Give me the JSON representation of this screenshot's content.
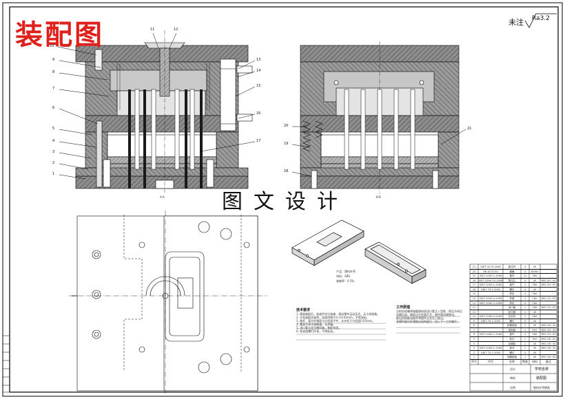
{
  "sheet": {
    "title": "装配图",
    "watermark": "图文设计",
    "surface_note": "未注",
    "roughness": "Ra3.2"
  },
  "callouts": [
    "1",
    "2",
    "3",
    "4",
    "5",
    "6",
    "7",
    "8",
    "9",
    "10",
    "11",
    "12",
    "13",
    "14",
    "15",
    "16",
    "17",
    "18",
    "19",
    "20",
    "21"
  ],
  "product": {
    "name": "产品：塑料外壳",
    "material": "材料：ABS",
    "shrink": "收缩率：0.5%"
  },
  "notes": {
    "tech_title": "技术要求",
    "tech_lines": [
      "1. 模具装配后，各部件定位准确，滑动零件运动灵活，无卡滞现象。",
      "2. 分型面配合紧密，局部间隙不大于0.02mm，不得溢料。",
      "3. 推杆、复位杆端面与分型面平齐，允许低于分型面0.05mm。",
      "4. 模具冷却水道畅通，无渗漏。",
      "5. 浇口套与定位圈同轴，装配牢固。",
      "6. 各紧固螺钉拧紧，不得松动。"
    ],
    "work_title": "工作原理",
    "work_lines": [
      "注射机喷嘴将熔融塑料经浇口套注入型腔，保压冷却后",
      "动模后退，模具沿分型面打开，塑件随动模移动。",
      "推出机构推动推杆将塑件从型芯上推出。",
      "合模时复位杆使推出机构复位，进入下一工作循环。"
    ]
  },
  "bom": {
    "rows": [
      [
        "21",
        "GB/T 4170-2006",
        "复位杆",
        "4",
        "45",
        ""
      ],
      [
        "20",
        "HB 4275-93",
        "弹簧",
        "4",
        "65Mn",
        ""
      ],
      [
        "19",
        "GB/T 4169.1-2006",
        "推杆",
        "12",
        "T8A",
        ""
      ],
      [
        "18",
        "GB/T 4169.13-2006",
        "限位钉",
        "4",
        "45",
        "HRC 40~45"
      ],
      [
        "17",
        "GB/T 4169.1-2006",
        "推杆",
        "2",
        "T8A",
        "HRC 50~55"
      ],
      [
        "16",
        "GB/T 70.1-2000",
        "螺钉",
        "4",
        "45",
        ""
      ],
      [
        "15",
        "",
        "导柱",
        "4",
        "T8A",
        ""
      ],
      [
        "14",
        "GB/T 4169.4-2006",
        "导套",
        "4",
        "T8A",
        "HRC 50~55"
      ],
      [
        "13",
        "GB/T 4169.3-2006",
        "导柱",
        "4",
        "T8A",
        ""
      ],
      [
        "12",
        "",
        "浇口套",
        "1",
        "T8A",
        "HRC 50~55"
      ],
      [
        "11",
        "",
        "定位圈",
        "1",
        "45",
        ""
      ],
      [
        "10",
        "GB/T 4169.4-2006",
        "拉料杆",
        "1",
        "T8A",
        ""
      ],
      [
        "9",
        "GB/T 70.1-2000",
        "螺钉",
        "4",
        "45",
        ""
      ],
      [
        "8",
        "",
        "定模座板",
        "1",
        "45",
        "HRC 28~32"
      ],
      [
        "7",
        "",
        "型腔板",
        "1",
        "P20",
        "HRC 28~32"
      ],
      [
        "6",
        "GB/T 4169.1-2006",
        "推杆",
        "4",
        "T8A",
        "HRC 50~55"
      ],
      [
        "5",
        "",
        "型芯",
        "1",
        "P20",
        "HRC 28~32"
      ],
      [
        "4",
        "",
        "动模板",
        "1",
        "45",
        "HRC 28~32"
      ],
      [
        "3",
        "GB/T 4169.1-2006",
        "垫块",
        "2",
        "45",
        "HRC 28~32"
      ],
      [
        "2",
        "GB/T 70.1-2000",
        "螺钉",
        "4",
        "45",
        ""
      ],
      [
        "1",
        "",
        "动模座板",
        "1",
        "45",
        "HRC 28~32"
      ]
    ],
    "header": [
      "序号",
      "代号",
      "名称",
      "数量",
      "材料",
      "备注"
    ]
  },
  "titleblock": {
    "school": "学校名称",
    "drawing_name": "装配图",
    "part_name": "塑料外壳模具",
    "designer": "设计",
    "checker": "审核",
    "scale": "比例"
  },
  "view_labels": {
    "section_left": "A-A",
    "section_right": "B-B"
  }
}
